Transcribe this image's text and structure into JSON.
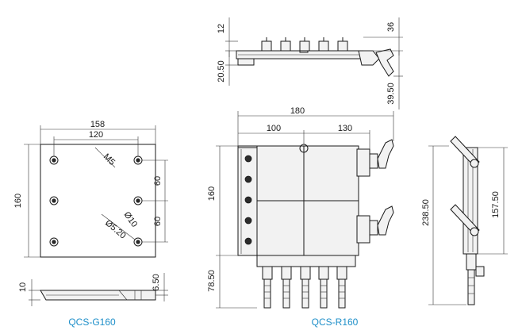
{
  "views": {
    "g160_top": {
      "width": "158",
      "hole_span": "120",
      "thread": "M5",
      "height": "160",
      "pitch_a": "60",
      "pitch_b": "60",
      "hole_d1": "Ø5.20",
      "hole_d2": "Ø10"
    },
    "g160_side": {
      "thickness": "10",
      "step": "6.50"
    },
    "r160_side": {
      "top_height": "12",
      "top_right": "36",
      "base": "20.50",
      "clamp": "39.50"
    },
    "r160_front": {
      "total": "180",
      "left": "100",
      "right": "130",
      "height": "160",
      "nozzle": "78.50"
    },
    "r160_end": {
      "total": "238.50",
      "inner": "157.50"
    }
  },
  "captions": {
    "left": "QCS-G160",
    "right": "QCS-R160"
  }
}
